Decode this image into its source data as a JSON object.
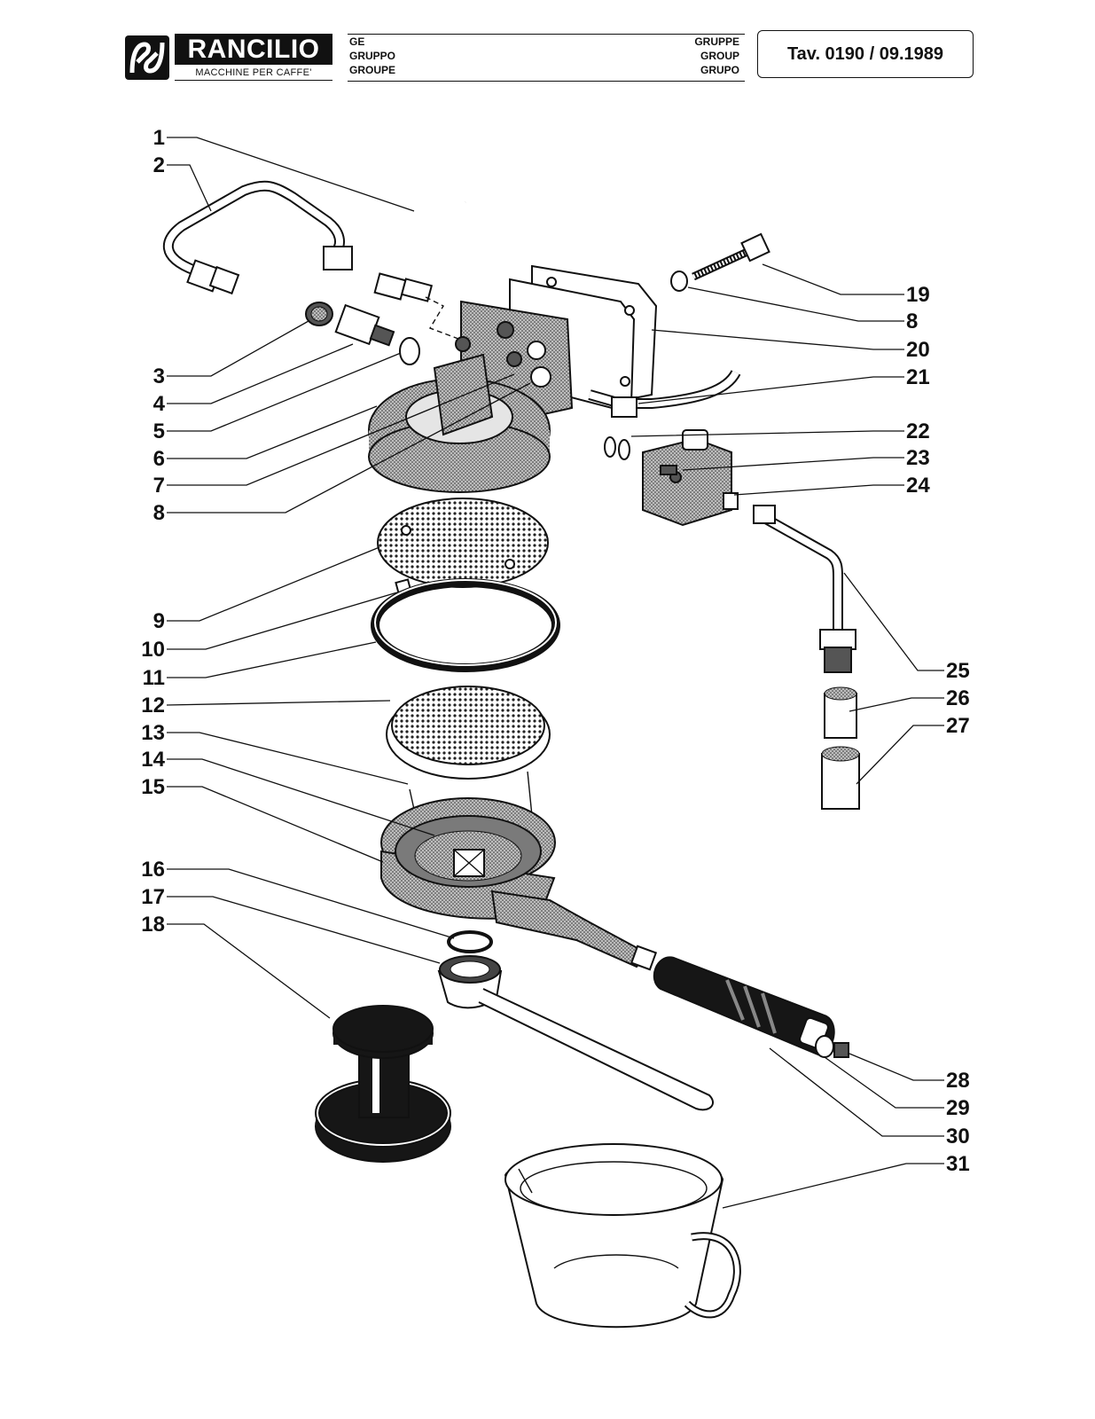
{
  "header": {
    "brand": "RANCILIO",
    "brand_subtitle": "MACCHINE PER CAFFE'",
    "title_left": [
      "GE",
      "GRUPPO",
      "GROUPE"
    ],
    "title_right": [
      "GRUPPE",
      "GROUP",
      "GRUPO"
    ],
    "reference": "Tav. 0190 / 09.1989"
  },
  "callouts_left": [
    "1",
    "2",
    "3",
    "4",
    "5",
    "6",
    "7",
    "8",
    "9",
    "10",
    "11",
    "12",
    "13",
    "14",
    "15",
    "16",
    "17",
    "18"
  ],
  "callouts_right": [
    "19",
    "8",
    "20",
    "21",
    "22",
    "23",
    "24",
    "25",
    "26",
    "27",
    "28",
    "29",
    "30",
    "31"
  ]
}
